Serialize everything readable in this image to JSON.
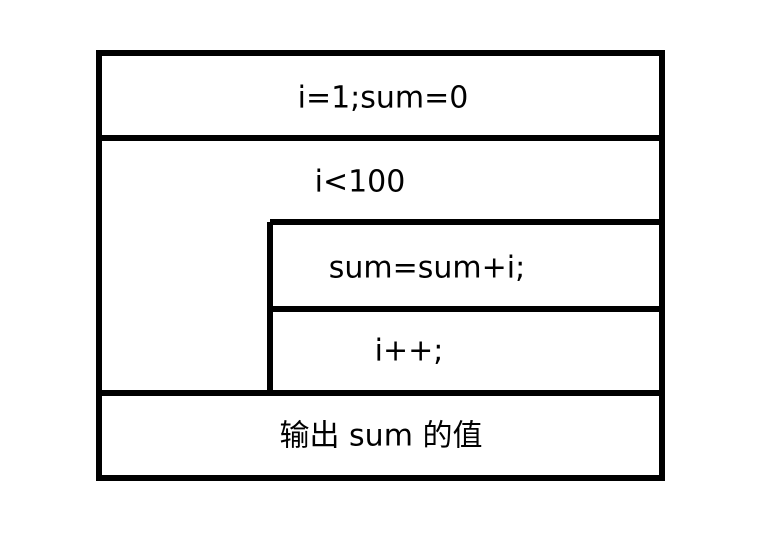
{
  "diagram": {
    "type": "nassi-shneiderman",
    "init_statement": "i=1;sum=0",
    "loop_condition": "i<100",
    "loop_body": [
      "sum=sum+i;",
      "i++;"
    ],
    "output_statement": "输出 sum 的值"
  },
  "colors": {
    "line": "#000000",
    "background": "#ffffff",
    "text": "#000000"
  }
}
